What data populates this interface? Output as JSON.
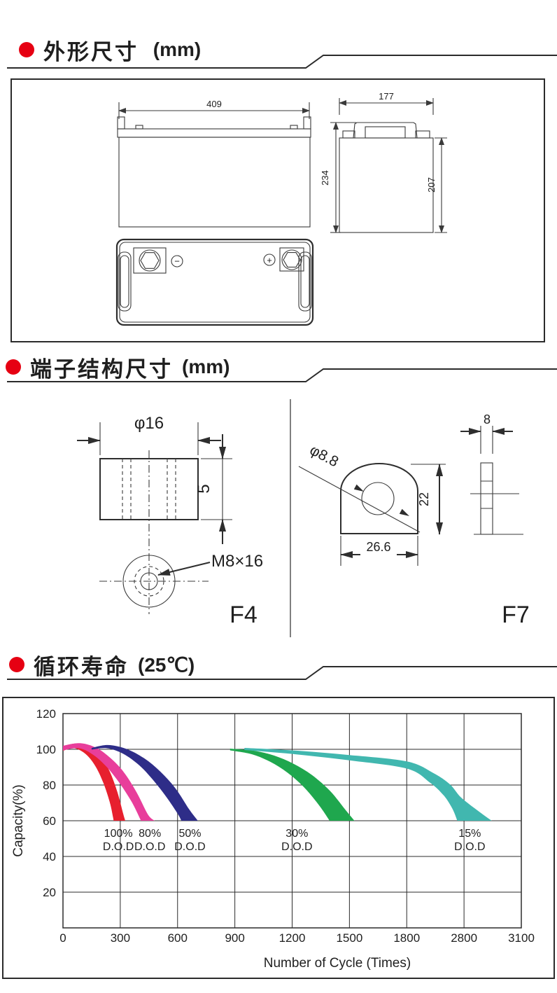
{
  "colors": {
    "accent_red": "#e60012",
    "line": "#3a3a3a",
    "text": "#1f1f1f"
  },
  "headers": {
    "outline": {
      "zh": "外形尺寸",
      "suffix": " (mm)"
    },
    "terminal": {
      "zh": "端子结构尺寸",
      "suffix": "(mm)"
    },
    "cycle": {
      "zh": "循环寿命",
      "suffix": "(25℃)"
    }
  },
  "outline_drawing": {
    "front_width": "409",
    "side_width": "177",
    "overall_height": "234",
    "container_height": "207",
    "negative_label": "−",
    "positive_label": "+"
  },
  "terminal_drawing": {
    "f4": {
      "diameter": "φ16",
      "height": "5",
      "thread": "M8×16",
      "label": "F4"
    },
    "f7": {
      "hole_diameter": "φ8.8",
      "base_width": "26.6",
      "thickness": "8",
      "height": "22",
      "label": "F7"
    }
  },
  "chart_data": {
    "type": "area",
    "title": "循环寿命(25℃)",
    "xlabel": "Number of Cycle (Times)",
    "ylabel": "Capacity(%)",
    "x_ticks": [
      0,
      300,
      600,
      900,
      1200,
      1500,
      1800,
      2800,
      3100
    ],
    "y_ticks": [
      20,
      40,
      60,
      80,
      100,
      120
    ],
    "ylim": [
      0,
      120
    ],
    "grid": true,
    "x_axis_note": "ticks printed at equal pixel spacing as on the original (non-linear between 1800 and 2800)",
    "series": [
      {
        "name": "100% D.O.D",
        "percent": "100%",
        "dod": "D.O.D",
        "color": "#e7202e",
        "label_x": 290,
        "top": [
          [
            0,
            101.8
          ],
          [
            70,
            103.2
          ],
          [
            140,
            101.2
          ],
          [
            200,
            95.5
          ],
          [
            245,
            87.5
          ],
          [
            285,
            76
          ],
          [
            315,
            64
          ],
          [
            326,
            60
          ]
        ],
        "bottom": [
          [
            0,
            99.2
          ],
          [
            60,
            100.6
          ],
          [
            120,
            97.2
          ],
          [
            170,
            90.5
          ],
          [
            212,
            81
          ],
          [
            246,
            70
          ],
          [
            262,
            62
          ],
          [
            265,
            60
          ]
        ]
      },
      {
        "name": "80% D.O.D",
        "percent": "80%",
        "dod": "D.O.D",
        "color": "#e83e9b",
        "label_x": 455,
        "top": [
          [
            0,
            102
          ],
          [
            90,
            103.4
          ],
          [
            175,
            100.8
          ],
          [
            250,
            95
          ],
          [
            320,
            87
          ],
          [
            385,
            76
          ],
          [
            445,
            63.5
          ],
          [
            480,
            60
          ]
        ],
        "bottom": [
          [
            0,
            99.4
          ],
          [
            85,
            100.6
          ],
          [
            160,
            96.8
          ],
          [
            230,
            90
          ],
          [
            300,
            80.5
          ],
          [
            360,
            70.5
          ],
          [
            402,
            61.5
          ],
          [
            407,
            60
          ]
        ]
      },
      {
        "name": "50% D.O.D",
        "percent": "50%",
        "dod": "D.O.D",
        "color": "#2e2d88",
        "label_x": 665,
        "top": [
          [
            150,
            100.8
          ],
          [
            235,
            102.4
          ],
          [
            330,
            100.3
          ],
          [
            425,
            95
          ],
          [
            510,
            87.5
          ],
          [
            590,
            78
          ],
          [
            660,
            66.5
          ],
          [
            706,
            60
          ]
        ],
        "bottom": [
          [
            150,
            99.8
          ],
          [
            230,
            100.6
          ],
          [
            315,
            97.5
          ],
          [
            400,
            91
          ],
          [
            470,
            83
          ],
          [
            540,
            73.5
          ],
          [
            600,
            64
          ],
          [
            620,
            60
          ]
        ]
      },
      {
        "name": "30% D.O.D",
        "percent": "30%",
        "dod": "D.O.D",
        "color": "#1fa74e",
        "label_x": 1225,
        "top": [
          [
            875,
            100.4
          ],
          [
            1000,
            99.2
          ],
          [
            1105,
            96.5
          ],
          [
            1205,
            92
          ],
          [
            1305,
            85.5
          ],
          [
            1400,
            76.5
          ],
          [
            1480,
            66
          ],
          [
            1526,
            60
          ]
        ],
        "bottom": [
          [
            875,
            99.4
          ],
          [
            990,
            97.2
          ],
          [
            1085,
            93
          ],
          [
            1175,
            87
          ],
          [
            1260,
            79
          ],
          [
            1335,
            69.5
          ],
          [
            1390,
            61
          ],
          [
            1394,
            60
          ]
        ]
      },
      {
        "name": "15% D.O.D",
        "percent": "15%",
        "dod": "D.O.D",
        "color": "#41b7af",
        "label_x": 2830,
        "top": [
          [
            950,
            100.8
          ],
          [
            1200,
            99.4
          ],
          [
            1500,
            96.8
          ],
          [
            1800,
            93.2
          ],
          [
            2250,
            87
          ],
          [
            2550,
            80.5
          ],
          [
            2750,
            73
          ],
          [
            2880,
            65
          ],
          [
            2945,
            60
          ]
        ],
        "bottom": [
          [
            950,
            99.6
          ],
          [
            1200,
            97.4
          ],
          [
            1500,
            93.8
          ],
          [
            1800,
            89.2
          ],
          [
            2200,
            81.5
          ],
          [
            2450,
            74
          ],
          [
            2600,
            66.5
          ],
          [
            2683,
            60
          ]
        ]
      }
    ]
  }
}
